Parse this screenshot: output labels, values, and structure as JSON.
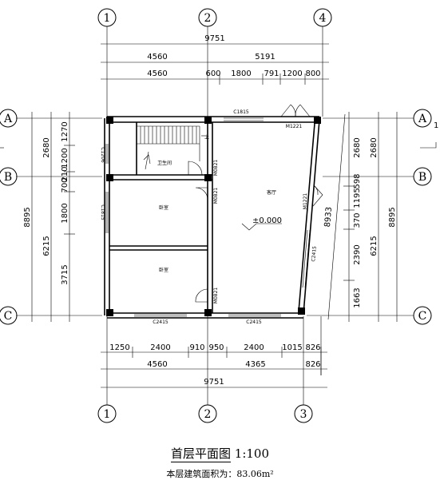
{
  "title": {
    "name": "首层平面图",
    "scale": "1:100",
    "area_note": "本层建筑面积为：83.06m²"
  },
  "grid_axes": {
    "top": [
      "1",
      "2",
      "4"
    ],
    "bottom": [
      "1",
      "2",
      "3"
    ],
    "left": [
      "A",
      "B",
      "C"
    ],
    "right": [
      "A",
      "B",
      "C"
    ]
  },
  "dimensions": {
    "top_total": "9751",
    "top_mid": [
      "4560",
      "5191"
    ],
    "top_detail": [
      "4560",
      "600",
      "1800",
      "791",
      "1200",
      "800"
    ],
    "bottom_detail": [
      "1250",
      "2400",
      "910",
      "950",
      "2400",
      "1015",
      "826"
    ],
    "bottom_mid": [
      "4560",
      "4365",
      "826"
    ],
    "bottom_total": "9751",
    "left_outer": "8895",
    "left_mid": [
      "2680",
      "6215"
    ],
    "left_inner": [
      "1270",
      "1200",
      "210",
      "700",
      "1800",
      "3715"
    ],
    "right_inner": [
      "2680",
      "598",
      "1195",
      "370",
      "2390",
      "1663"
    ],
    "right_diag": "8933",
    "right_mid": [
      "2680",
      "6215"
    ],
    "right_outer": "8895"
  },
  "openings": {
    "c1815_top": "C1815",
    "m1221_top": "M1221",
    "c1206": "C1206",
    "m0821_wc": "M0821",
    "c1815_left": "C1815",
    "m0821_bed1": "M0821",
    "m1221_right": "M1221",
    "c2415_right": "C2415",
    "m0821_bed2": "M0821",
    "c2415_bottom_left": "C2415",
    "c2415_bottom_right": "C2415"
  },
  "rooms": {
    "wc": "卫生间",
    "bed1": "卧室",
    "bed2": "卧室",
    "living": "客厅",
    "stair_up": "上"
  },
  "elevation": "±0.000",
  "edge_mark": "1"
}
